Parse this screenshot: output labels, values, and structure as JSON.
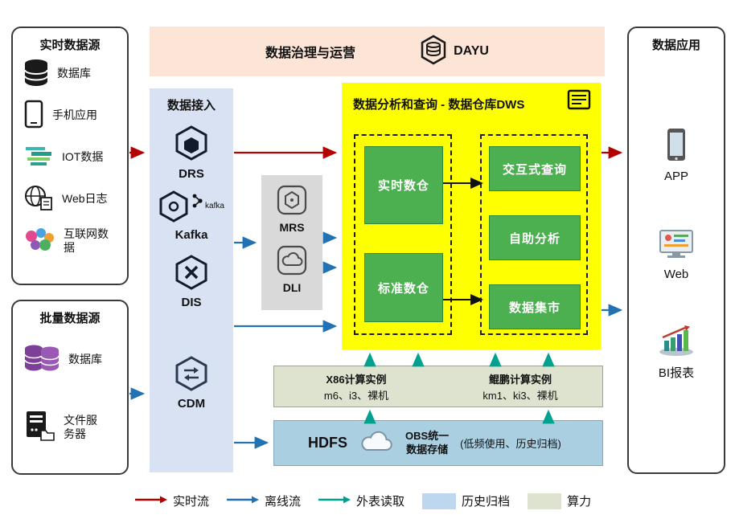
{
  "realtime_sources": {
    "title": "实时数据源",
    "items": [
      {
        "label": "数据库"
      },
      {
        "label": "手机应用"
      },
      {
        "label": "IOT数据"
      },
      {
        "label": "Web日志"
      },
      {
        "label": "互联网数据"
      }
    ]
  },
  "batch_sources": {
    "title": "批量数据源",
    "items": [
      {
        "label": "数据库"
      },
      {
        "label": "文件服务器"
      }
    ]
  },
  "governance": {
    "title": "数据治理与运营",
    "brand": "DAYU"
  },
  "ingestion": {
    "title": "数据接入",
    "kafka_logo_text": "kafka",
    "items": [
      {
        "label": "DRS"
      },
      {
        "label": "Kafka"
      },
      {
        "label": "DIS"
      },
      {
        "label": "CDM"
      }
    ]
  },
  "analytics_services": {
    "items": [
      {
        "label": "MRS"
      },
      {
        "label": "DLI"
      }
    ]
  },
  "dws": {
    "title": "数据分析和查询 - 数据仓库DWS",
    "warehouses": [
      {
        "label": "实时数仓"
      },
      {
        "label": "标准数仓"
      }
    ],
    "capabilities": [
      {
        "label": "交互式查询"
      },
      {
        "label": "自助分析"
      },
      {
        "label": "数据集市"
      }
    ]
  },
  "applications": {
    "title": "数据应用",
    "items": [
      {
        "label": "APP"
      },
      {
        "label": "Web"
      },
      {
        "label": "BI报表"
      }
    ]
  },
  "compute_instances": {
    "x86": {
      "title": "X86计算实例",
      "detail": "m6、i3、裸机"
    },
    "kunpeng": {
      "title": "鲲鹏计算实例",
      "detail": "km1、ki3、裸机"
    }
  },
  "storage": {
    "hdfs_label": "HDFS",
    "obs_label_line1": "OBS统一",
    "obs_label_line2": "数据存储",
    "note": "(低频使用、历史归档)"
  },
  "legend": {
    "realtime": "实时流",
    "offline": "离线流",
    "external_read": "外表读取",
    "archive": "历史归档",
    "compute": "算力"
  },
  "colors": {
    "realtime_arrow": "#b40000",
    "offline_arrow": "#2271b3",
    "external_arrow": "#00a18e",
    "archive_fill": "#bdd7ee",
    "compute_fill": "#dde3cf",
    "dws_bg": "#feff00",
    "green_box": "#4caf50",
    "banner_bg": "#fce4d6",
    "ingestion_bg": "#d9e2f3"
  }
}
